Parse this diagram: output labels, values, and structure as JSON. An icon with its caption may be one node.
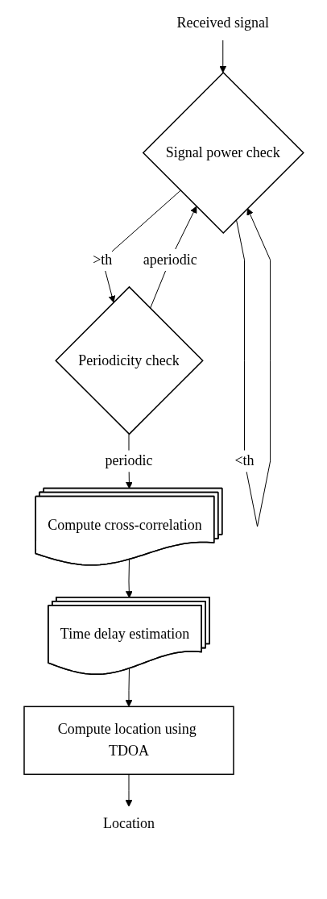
{
  "diagram": {
    "nodes": [
      {
        "text": [
          "Received signal"
        ]
      },
      {
        "text": [
          "Signal power check"
        ]
      },
      {
        "text": [
          "Periodicity check"
        ]
      },
      {
        "text": [
          "Compute cross-correlation"
        ]
      },
      {
        "text": [
          "Time delay estimation"
        ]
      },
      {
        "text": [
          "Compute location using TDOA"
        ]
      },
      {
        "text": [
          "Location"
        ]
      }
    ],
    "edges": [
      {
        "from": 0,
        "to": 1,
        "arrow": "to"
      },
      {
        "from": 1,
        "to": 1,
        "label": "<th",
        "arrow": "to"
      },
      {
        "from": 1,
        "to": 2,
        "label": ">th",
        "arrow": "to"
      },
      {
        "from": 2,
        "to": 1,
        "label": "aperiodic",
        "arrow": "to"
      },
      {
        "from": 2,
        "to": 3,
        "label": "periodic",
        "arrow": "to"
      },
      {
        "from": 3,
        "to": 4,
        "arrow": "to"
      },
      {
        "from": 4,
        "to": 5,
        "arrow": "to"
      },
      {
        "from": 5,
        "to": 6,
        "arrow": "to"
      }
    ]
  }
}
